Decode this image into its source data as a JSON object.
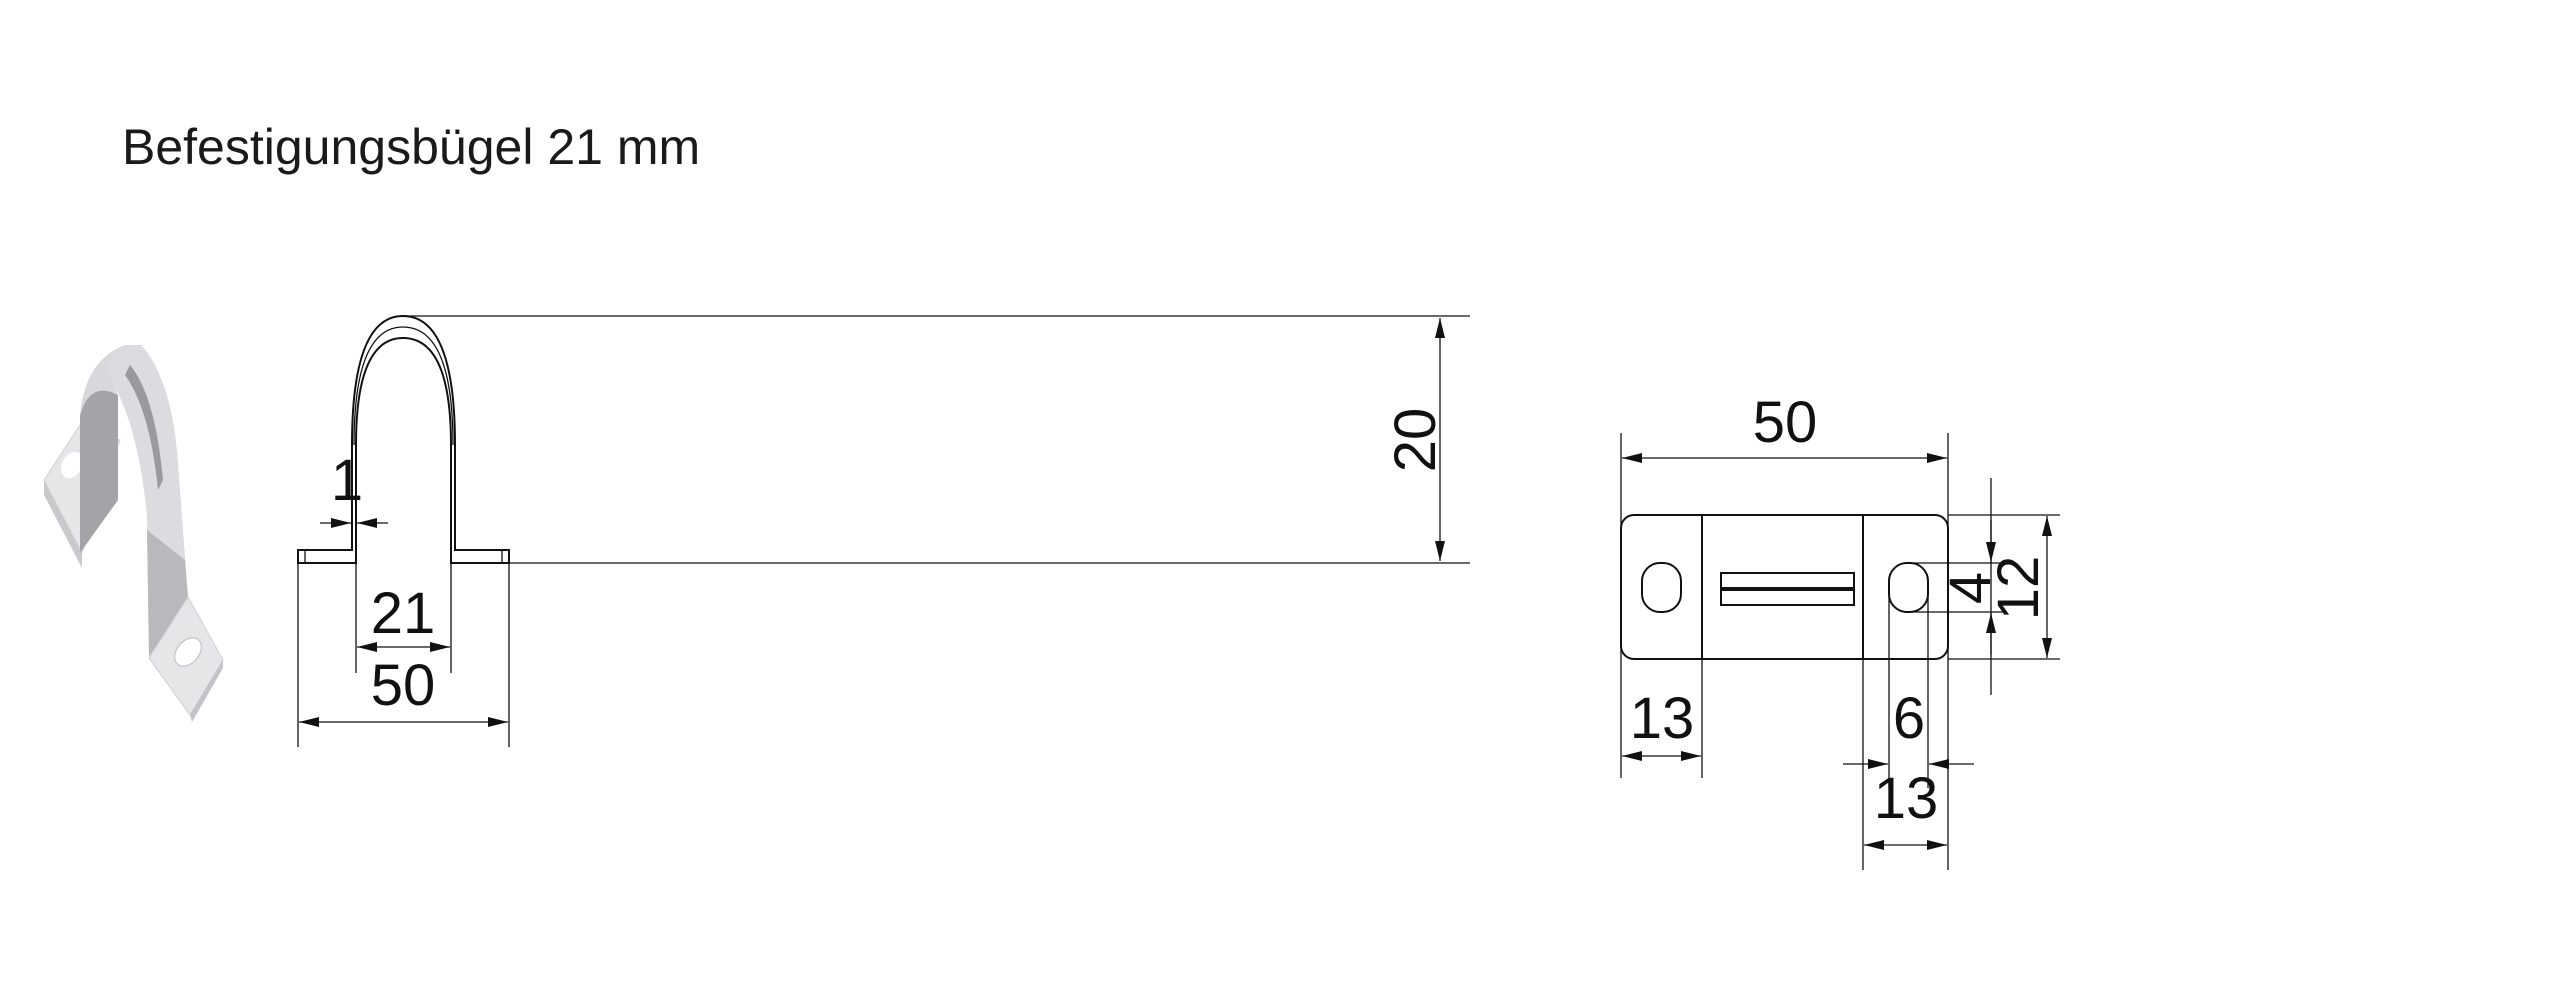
{
  "title": "Befestigungsbügel 21 mm",
  "views": {
    "isometric": {
      "icon": "bracket-3d-render"
    },
    "front": {
      "dims": {
        "thickness": "1",
        "inner_width": "21",
        "total_width": "50",
        "height": "20"
      }
    },
    "top": {
      "dims": {
        "total_length": "50",
        "flange_left": "13",
        "flange_right": "13",
        "hole_length": "6",
        "hole_width": "4",
        "width": "12"
      }
    }
  }
}
